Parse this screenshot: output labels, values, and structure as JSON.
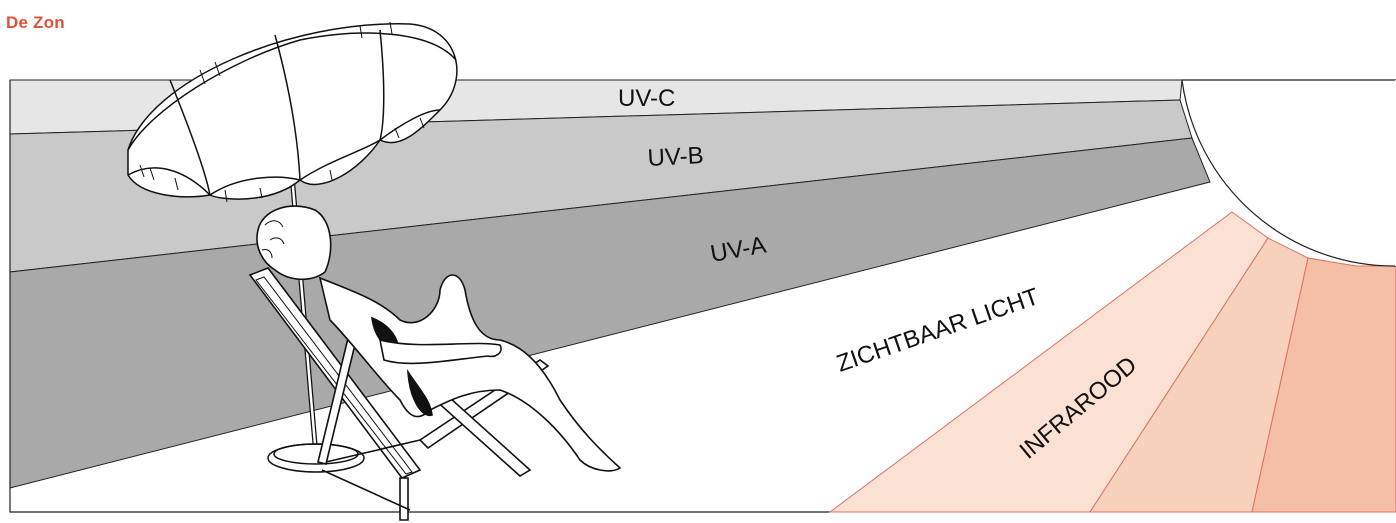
{
  "title": "De Zon",
  "bands": {
    "uvc": "UV-C",
    "uvb": "UV-B",
    "uva": "UV-A",
    "visible": "ZICHTBAAR LICHT",
    "infrared": "INFRAROOD"
  },
  "colors": {
    "title": "#e0503a",
    "uvc": "#e6e6e6",
    "uvb": "#c9c9c9",
    "uva": "#a9a9a9",
    "infrared_light": "#fbe1d4",
    "infrared_mid": "#f8d1bd",
    "infrared_dark": "#f5bea6",
    "ray_line": "#e07060"
  }
}
